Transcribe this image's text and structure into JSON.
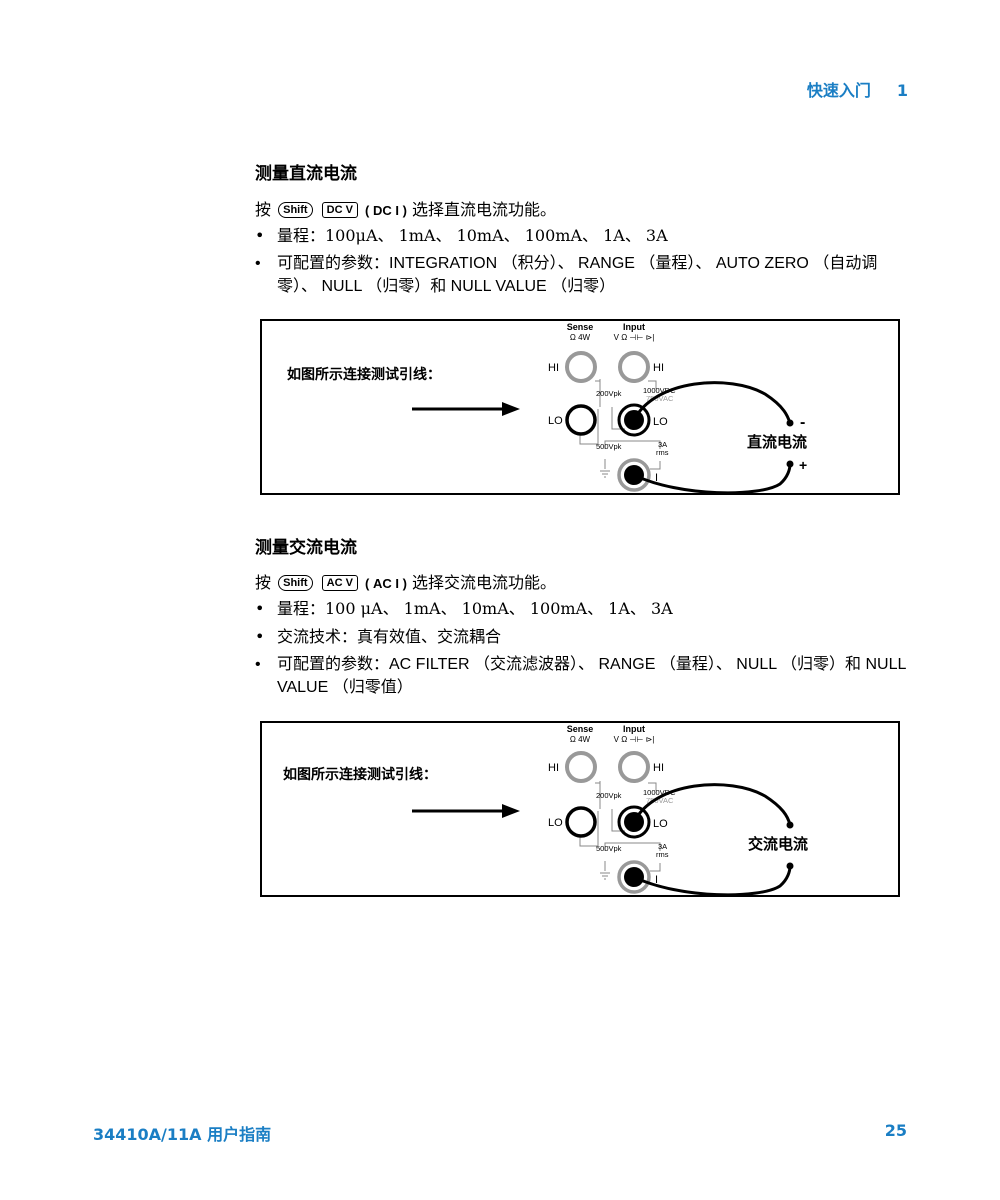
{
  "header": {
    "chapter_title": "快速入门",
    "chapter_number": "1"
  },
  "dc": {
    "title": "测量直流电流",
    "press": "按",
    "key_shift": "Shift",
    "key_main": "DC V",
    "key_alt": "( DC I )",
    "action": "选择直流电流功能。",
    "bullets": [
      "量程：100μA、 1mA、 10mA、 100mA、 1A、 3A",
      "可配置的参数：INTEGRATION （积分）、 RANGE （量程）、 AUTO ZERO （自动调零）、 NULL （归零）和 NULL VALUE （归零）"
    ],
    "diagram": {
      "instruction": "如图所示连接测试引线：",
      "lead_label": "直流电流",
      "minus": "-",
      "plus": "+"
    }
  },
  "ac": {
    "title": "测量交流电流",
    "press": "按",
    "key_shift": "Shift",
    "key_main": "AC V",
    "key_alt": "( AC I )",
    "action": "选择交流电流功能。",
    "bullets": [
      "量程：100 μA、 1mA、 10mA、 100mA、 1A、 3A",
      "交流技术：真有效值、交流耦合",
      "可配置的参数：AC FILTER （交流滤波器）、 RANGE （量程）、 NULL （归零）和 NULL VALUE （归零值）"
    ],
    "diagram": {
      "instruction": "如图所示连接测试引线：",
      "lead_label": "交流电流"
    }
  },
  "panel": {
    "sense": "Sense",
    "sense_sub": "Ω 4W",
    "input": "Input",
    "input_sub": "V Ω ⊣⊢ ⊳|",
    "hi": "HI",
    "lo": "LO",
    "i": "I",
    "v200": "200Vpk",
    "v1000": "1000VDC",
    "v750": "750VAC",
    "v500": "500Vpk",
    "a3": "3A",
    "rms": "rms"
  },
  "footer": {
    "manual": "34410A/11A 用户指南",
    "page": "25"
  }
}
